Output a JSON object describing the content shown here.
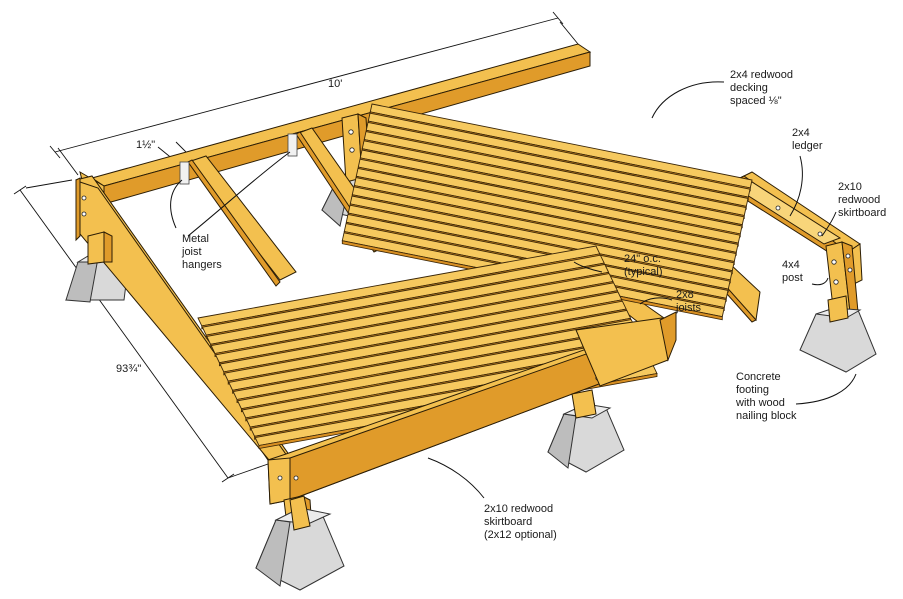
{
  "labels": {
    "decking": [
      "2x4 redwood",
      "decking",
      "spaced ⅛\""
    ],
    "ledger": [
      "2x4",
      "ledger"
    ],
    "skirtboard_right": [
      "2x10",
      "redwood",
      "skirtboard"
    ],
    "post": [
      "4x4",
      "post"
    ],
    "oc": [
      "24\" o.c.",
      "(typical)"
    ],
    "joists": [
      "2x8",
      "joists"
    ],
    "hangers": [
      "Metal",
      "joist",
      "hangers"
    ],
    "footing": [
      "Concrete",
      "footing",
      "with wood",
      "nailing block"
    ],
    "skirtboard_front": [
      "2x10 redwood",
      "skirtboard",
      "(2x12 optional)"
    ]
  },
  "dimensions": {
    "length": "10'",
    "width": "93¾\"",
    "gap": "1½\""
  },
  "colors": {
    "wood": "#f3c04f",
    "wood_dark": "#e09b2a",
    "concrete": "#d9d9d9"
  }
}
